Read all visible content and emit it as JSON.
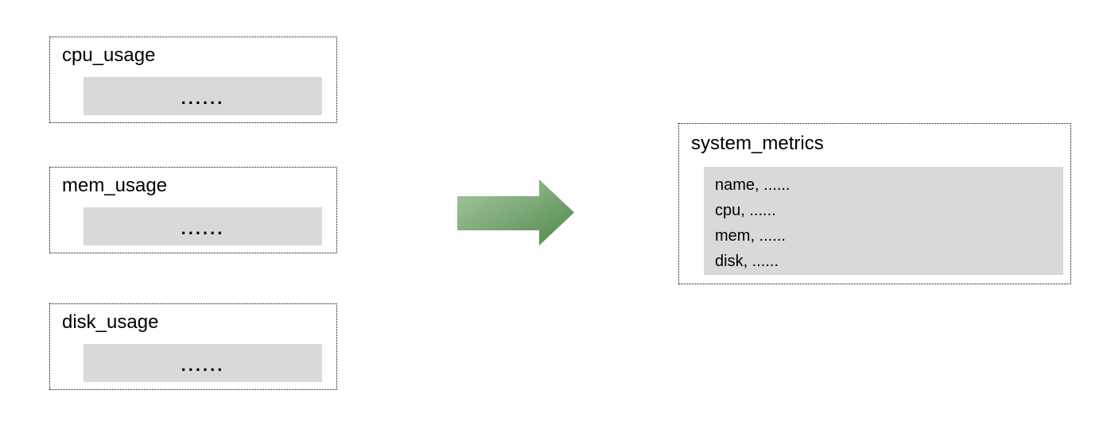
{
  "source_tables": [
    {
      "title": "cpu_usage",
      "placeholder_dots": "......"
    },
    {
      "title": "mem_usage",
      "placeholder_dots": "......"
    },
    {
      "title": "disk_usage",
      "placeholder_dots": "......"
    }
  ],
  "arrow": {
    "direction": "right",
    "gradient_light": "#aac8a3",
    "gradient_dark": "#4e8a4c"
  },
  "target_table": {
    "title": "system_metrics",
    "rows": [
      "name, ......",
      "cpu, ......",
      "mem, ......",
      "disk, ......"
    ]
  },
  "colors": {
    "background": "#ffffff",
    "box_border": "#000000",
    "fill_gray": "#d9d9d9",
    "text": "#000000"
  }
}
